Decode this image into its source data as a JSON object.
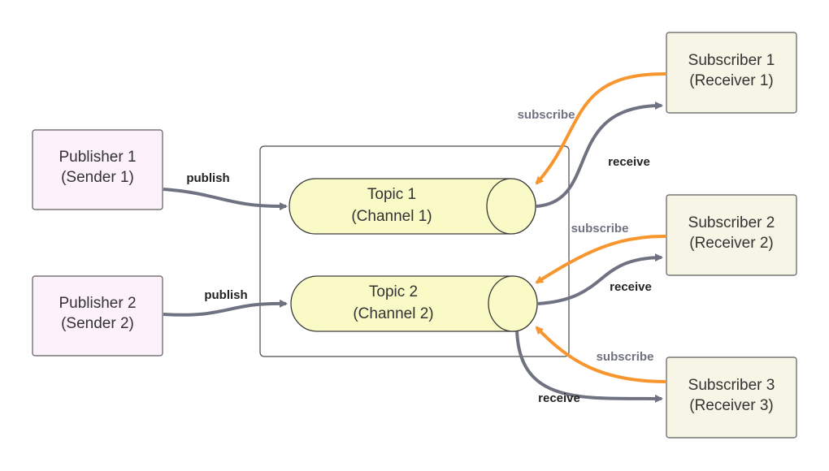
{
  "colors": {
    "publisher_fill": "#fdf1fb",
    "publisher_stroke": "#5c5c5c",
    "subscriber_fill": "#f7f5e6",
    "subscriber_stroke": "#5c5c5c",
    "topic_fill": "#fafac6",
    "topic_stroke": "#3a3a3a",
    "container_stroke": "#4a4a4a",
    "gray_arrow": "#6f7280",
    "orange_arrow": "#f7962f",
    "label_dark": "#222222",
    "label_gray": "#6f7280"
  },
  "publishers": [
    {
      "line1": "Publisher 1",
      "line2": "(Sender 1)"
    },
    {
      "line1": "Publisher 2",
      "line2": "(Sender 2)"
    }
  ],
  "topics": [
    {
      "line1": "Topic 1",
      "line2": "(Channel 1)"
    },
    {
      "line1": "Topic 2",
      "line2": "(Channel 2)"
    }
  ],
  "subscribers": [
    {
      "line1": "Subscriber 1",
      "line2": "(Receiver 1)"
    },
    {
      "line1": "Subscriber 2",
      "line2": "(Receiver 2)"
    },
    {
      "line1": "Subscriber 3",
      "line2": "(Receiver 3)"
    }
  ],
  "edges": {
    "pub1": "publish",
    "pub2": "publish",
    "sub1_subscribe": "subscribe",
    "sub1_receive": "receive",
    "sub2_subscribe": "subscribe",
    "sub2_receive": "receive",
    "sub3_subscribe": "subscribe",
    "sub3_receive": "receive"
  }
}
